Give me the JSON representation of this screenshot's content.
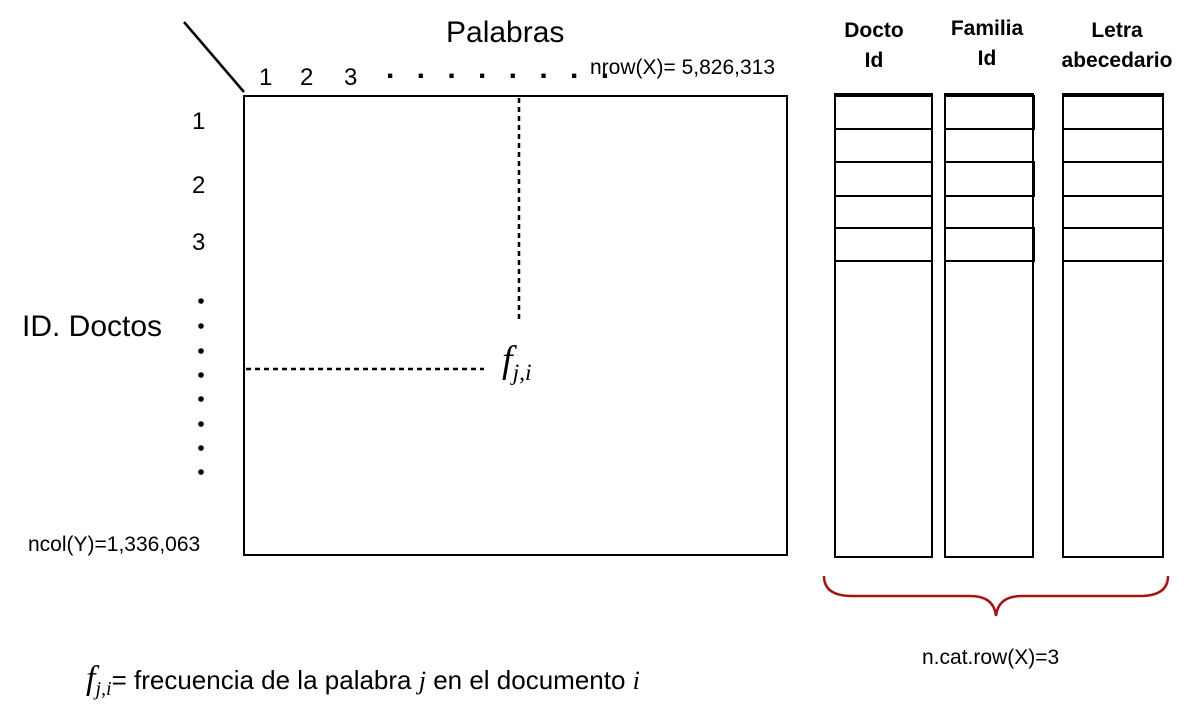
{
  "matrix": {
    "words_label": "Palabras",
    "col_numbers": [
      "1",
      "2",
      "3"
    ],
    "col_dots": ". . . . . . . .",
    "nrow_label": "nrow(X)= 5,826,313",
    "row_numbers": [
      "1",
      "2",
      "3"
    ],
    "docs_label": "ID. Doctos",
    "ncol_label": "ncol(Y)=1,336,063",
    "cell_symbol": "f",
    "cell_subscript": "j,i"
  },
  "categories": {
    "columns": [
      {
        "line1": "Docto",
        "line2": "Id"
      },
      {
        "line1": "Familia",
        "line2": "Id"
      },
      {
        "line1": "Letra",
        "line2": "abecedario"
      }
    ],
    "brace_label": "n.cat.row(X)=3",
    "brace_color": "#a31515"
  },
  "legend": {
    "symbol": "f",
    "subscript": "j,i",
    "text_part1": "= frecuencia de la palabra ",
    "var_j": "j",
    "text_part2": " en el documento ",
    "var_i": "i"
  }
}
